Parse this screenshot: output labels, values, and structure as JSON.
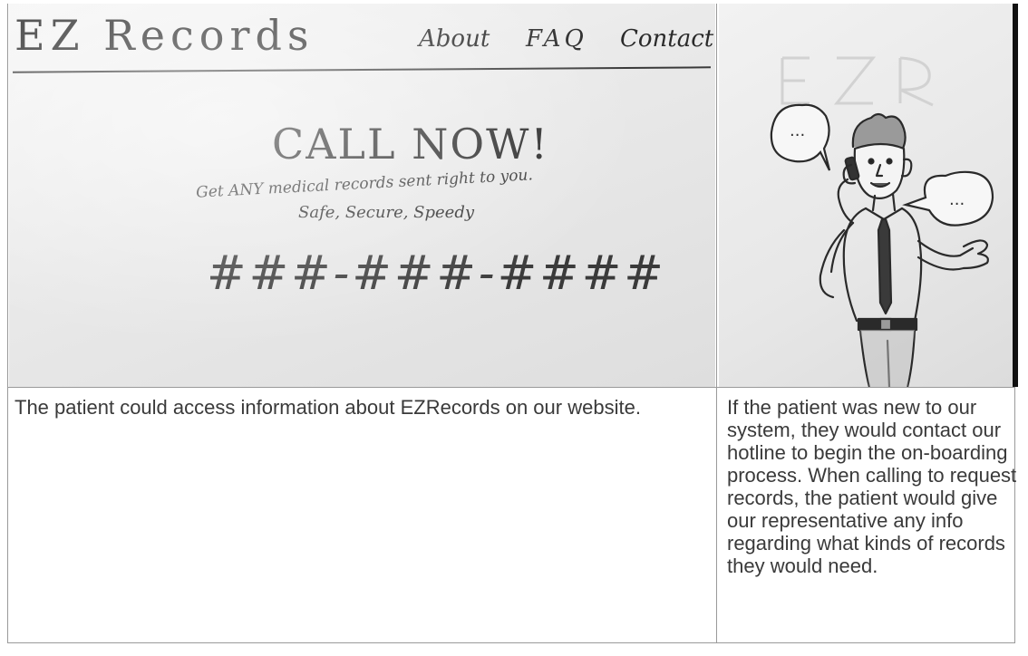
{
  "sketch_left": {
    "logo": "EZ Records",
    "nav": {
      "about": "About",
      "faq": "FAQ",
      "contact": "Contact"
    },
    "headline": "CALL NOW!",
    "subline": "Get ANY medical records sent right to you.",
    "tagline": "Safe, Secure, Speedy",
    "phone": "###-###-####"
  },
  "sketch_right": {
    "speech_bubble_left": "...",
    "speech_bubble_right": "..."
  },
  "captions": {
    "left": "The patient could access information about EZRecords on our website.",
    "right": "If the patient was new to our system, they would contact our hotline to begin the on-boarding process. When calling to request records, the patient would give our representative any info regarding what kinds of records they would need."
  },
  "colors": {
    "grid_line": "#9a9a9a",
    "caption_text": "#3a3a3a",
    "pencil": "#2b2b2b"
  }
}
